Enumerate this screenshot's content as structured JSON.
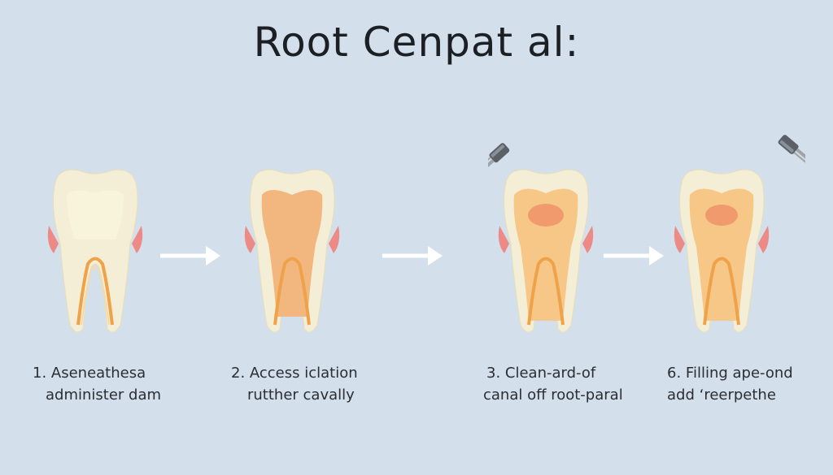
{
  "title": "Root Cenpat al:",
  "steps": [
    {
      "line1": "1. Aseneathesa",
      "line2": "administer dam"
    },
    {
      "line1": "2. Access iclation",
      "line2": "rutther cavally"
    },
    {
      "line1": "3. Clean-ard-of",
      "line2": "canal  off root-paral"
    },
    {
      "line1": "6. Filling ape-ond",
      "line2": "add ʻreerpethe"
    }
  ],
  "icons": [
    "arrow-right-icon",
    "dental-file-icon"
  ],
  "colors": {
    "background": "#d3dfeb",
    "enamel": "#f4efd6",
    "pulp": "#f2b77f",
    "gum": "#ee8a86",
    "root_canal": "#f0a24a",
    "arrow": "#ffffff"
  }
}
